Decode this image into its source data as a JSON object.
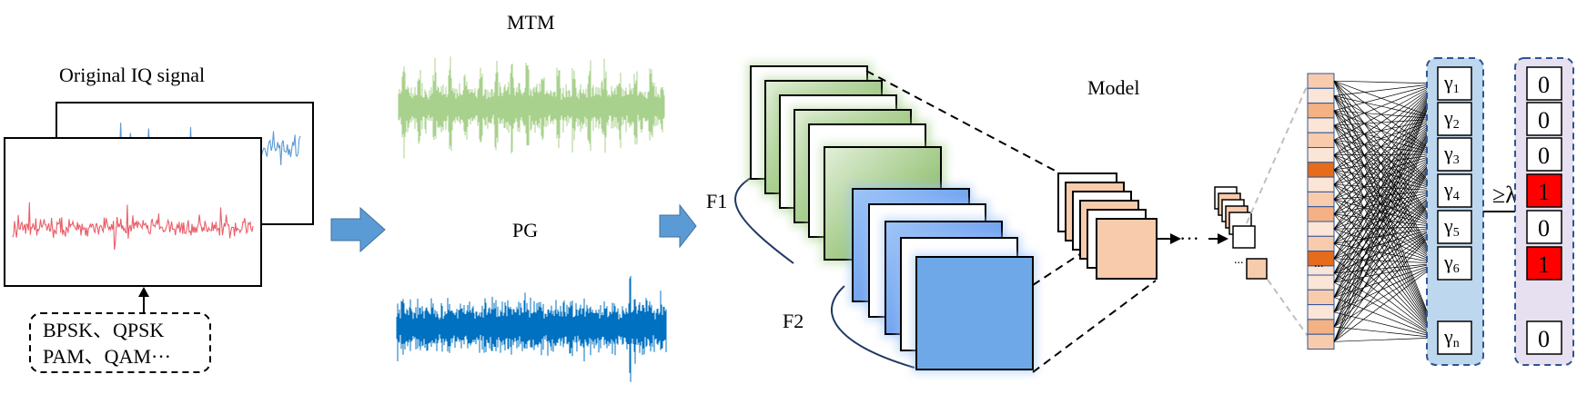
{
  "labels": {
    "original_iq": "Original IQ signal",
    "mtm": "MTM",
    "pg": "PG",
    "model": "Model",
    "f1": "F1",
    "f2": "F2",
    "threshold": "≥λ"
  },
  "modulation_box": {
    "line1": "BPSK、QPSK",
    "line2": "PAM、QAM···"
  },
  "ellipsis_dots": "···",
  "small_dots": "...",
  "vertical_dots": "...",
  "gammas": [
    {
      "base": "γ",
      "sub": "1"
    },
    {
      "base": "γ",
      "sub": "2"
    },
    {
      "base": "γ",
      "sub": "3"
    },
    {
      "base": "γ",
      "sub": "4"
    },
    {
      "base": "γ",
      "sub": "5"
    },
    {
      "base": "γ",
      "sub": "6"
    },
    {
      "base": "γ",
      "sub": "n"
    }
  ],
  "outputs": [
    {
      "value": "0",
      "active": false
    },
    {
      "value": "0",
      "active": false
    },
    {
      "value": "0",
      "active": false
    },
    {
      "value": "1",
      "active": true
    },
    {
      "value": "0",
      "active": false
    },
    {
      "value": "1",
      "active": true
    },
    {
      "value": "0",
      "active": false
    }
  ],
  "colors": {
    "red_signal": "#e8606a",
    "blue_signal": "#5b9bd5",
    "mtm_green": "#a9d18e",
    "pg_blue": "#0070c0",
    "arrow_blue": "#5b9bd5",
    "green_map": "#70ad47",
    "blue_map": "#4a86e8",
    "peach": "#f8cbad",
    "orange": "#e46c1a",
    "active_red": "#ff0000",
    "gamma_panel": "#bdd7ee",
    "output_panel": "#e7e0f0"
  }
}
